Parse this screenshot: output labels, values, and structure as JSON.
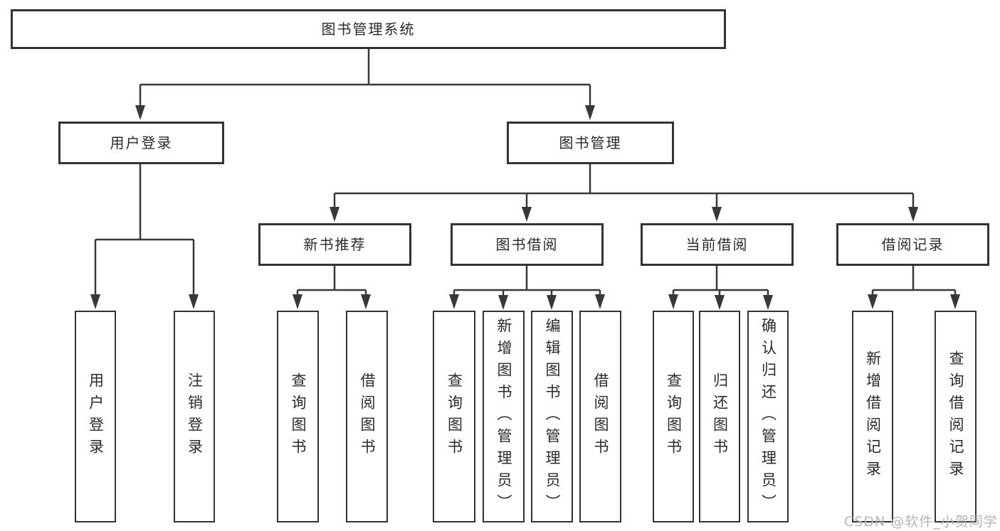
{
  "diagram": {
    "watermark": "CSDN @软件_小贺同学",
    "colors": {
      "line": "#383838",
      "border": "#333333",
      "text": "#2a2a2a",
      "watermark": "#b5b5b5",
      "background": "#ffffff"
    },
    "nodes": [
      {
        "id": "root",
        "label": "图书管理系统"
      },
      {
        "id": "user-login",
        "label": "用户登录"
      },
      {
        "id": "book-mgmt",
        "label": "图书管理"
      },
      {
        "id": "new-book-rec",
        "label": "新书推荐"
      },
      {
        "id": "book-borrow",
        "label": "图书借阅"
      },
      {
        "id": "current-borrow",
        "label": "当前借阅"
      },
      {
        "id": "borrow-records",
        "label": "借阅记录"
      },
      {
        "id": "leaf-user-login",
        "label": "用户登录"
      },
      {
        "id": "leaf-logout",
        "label": "注销登录"
      },
      {
        "id": "leaf-rec-query-books",
        "label": "查询图书"
      },
      {
        "id": "leaf-rec-borrow-books",
        "label": "借阅图书"
      },
      {
        "id": "leaf-bb-query-books",
        "label": "查询图书"
      },
      {
        "id": "leaf-bb-add-books",
        "label": "新增图书（管理员）"
      },
      {
        "id": "leaf-bb-edit-books",
        "label": "编辑图书（管理员）"
      },
      {
        "id": "leaf-bb-borrow-books",
        "label": "借阅图书"
      },
      {
        "id": "leaf-cb-query-books",
        "label": "查询图书"
      },
      {
        "id": "leaf-cb-return-books",
        "label": "归还图书"
      },
      {
        "id": "leaf-cb-confirm-return",
        "label": "确认归还（管理员）"
      },
      {
        "id": "leaf-br-add-record",
        "label": "新增借阅记录"
      },
      {
        "id": "leaf-br-query-record",
        "label": "查询借阅记录"
      }
    ]
  }
}
